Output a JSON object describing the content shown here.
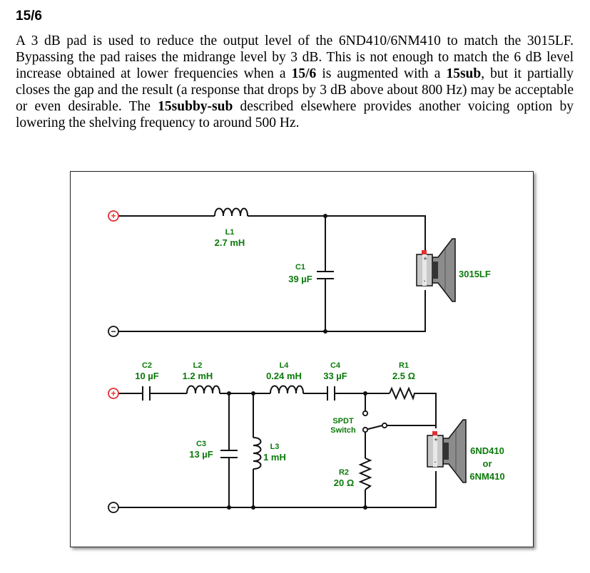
{
  "heading": "15/6",
  "paragraph": [
    {
      "t": "A 3 dB pad is used to reduce the output level of the 6ND410/6NM410 to match the 3015LF. Bypassing the pad raises the midrange level by 3 dB. This is not enough to match the 6 dB level increase obtained at lower frequencies when a ",
      "b": false
    },
    {
      "t": "15/6",
      "b": true
    },
    {
      "t": " is augmented with a ",
      "b": false
    },
    {
      "t": "15sub",
      "b": true
    },
    {
      "t": ", but it partially closes the gap and the result (a response that drops by 3 dB above about 800 Hz) may be acceptable or even desirable. The ",
      "b": false
    },
    {
      "t": "15subby-sub",
      "b": true
    },
    {
      "t": " described elsewhere provides another voicing option by lowering the shelving frequency to around 500 Hz.",
      "b": false
    }
  ],
  "colors": {
    "label": "#0b7a0b",
    "positive_terminal": "#e03030",
    "wire": "#111111"
  },
  "woofer": {
    "L1": {
      "name": "L1",
      "value": "2.7 mH"
    },
    "C1": {
      "name": "C1",
      "value": "39 µF"
    },
    "driver": "3015LF"
  },
  "mid": {
    "C2": {
      "name": "C2",
      "value": "10 µF"
    },
    "L2": {
      "name": "L2",
      "value": "1.2 mH"
    },
    "L4": {
      "name": "L4",
      "value": "0.24 mH"
    },
    "C4": {
      "name": "C4",
      "value": "33 µF"
    },
    "R1": {
      "name": "R1",
      "value": "2.5 Ω"
    },
    "C3": {
      "name": "C3",
      "value": "13 µF"
    },
    "L3": {
      "name": "L3",
      "value": "1 mH"
    },
    "R2": {
      "name": "R2",
      "value": "20 Ω"
    },
    "switch": [
      "SPDT",
      "Switch"
    ],
    "driver": [
      "6ND410",
      "or",
      "6NM410"
    ]
  },
  "symbols": {
    "plus": "+",
    "minus": "−",
    "driver_plus": "+",
    "driver_minus": "-"
  }
}
